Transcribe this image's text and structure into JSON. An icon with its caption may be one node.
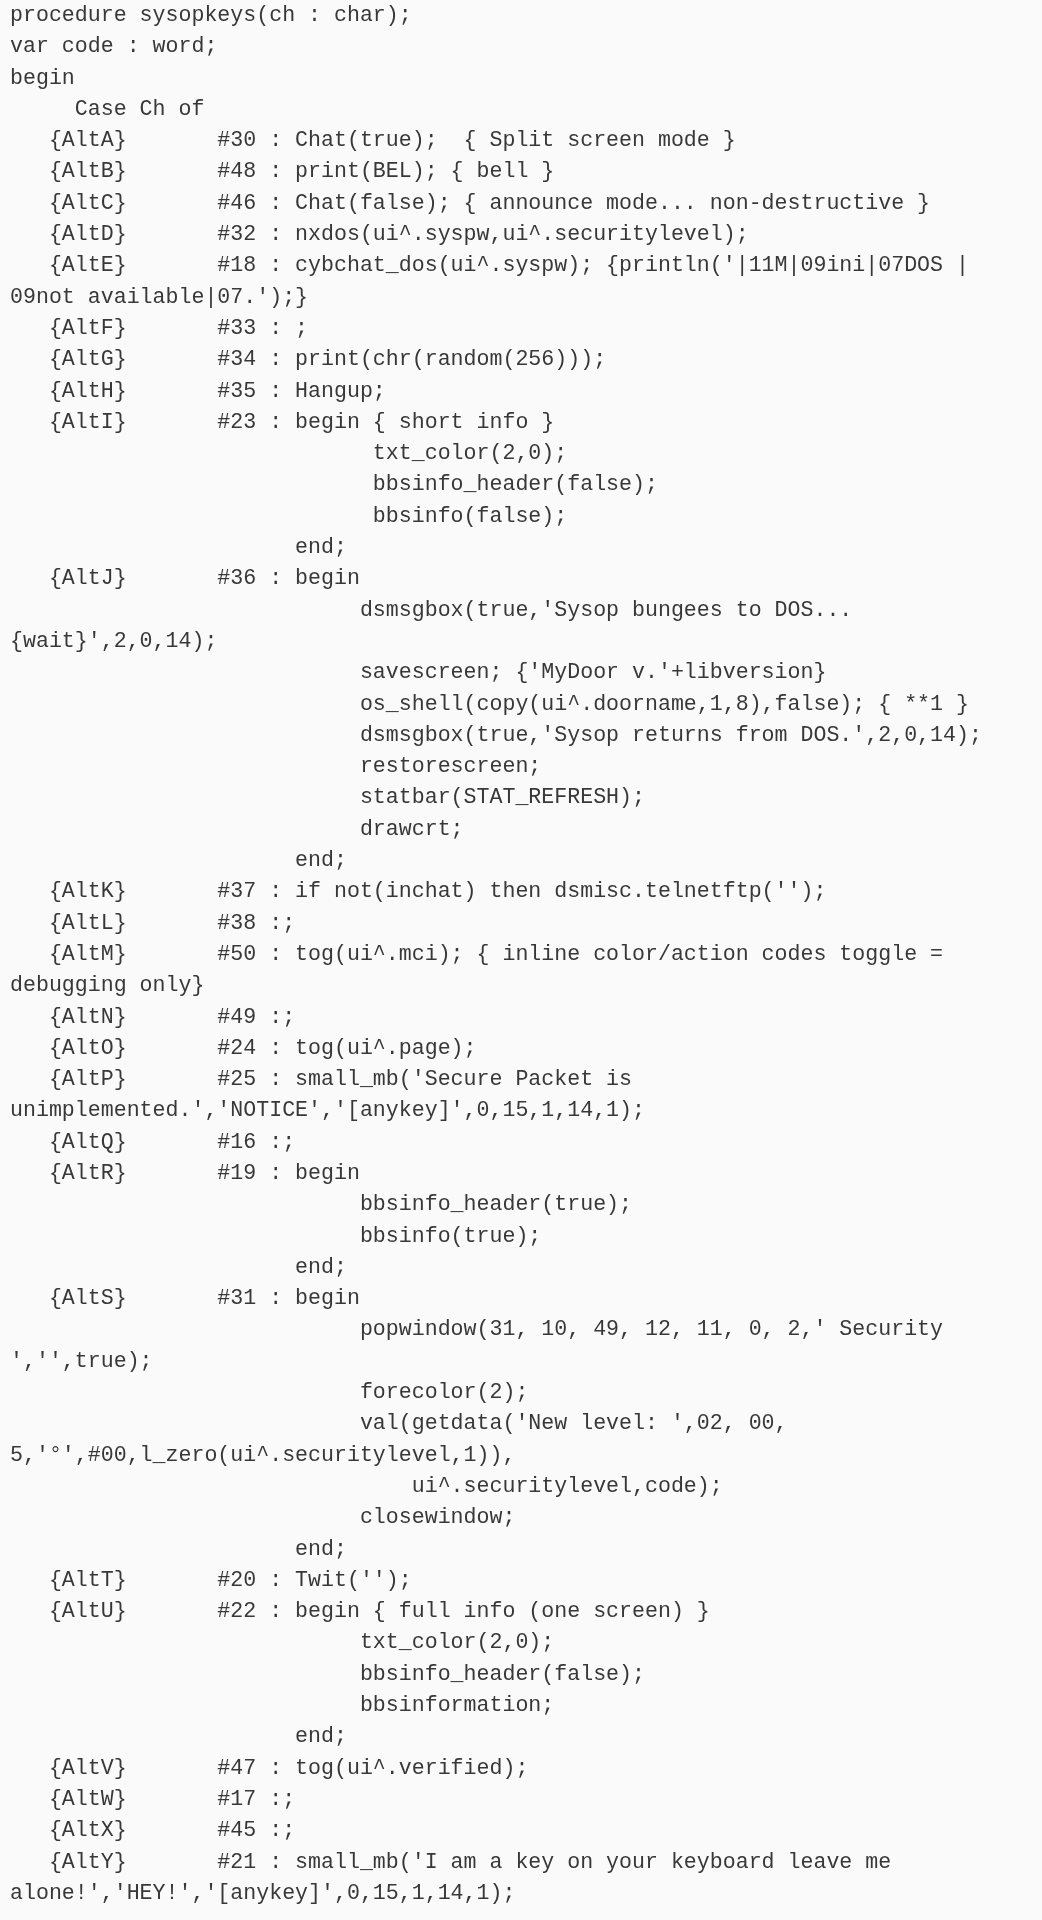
{
  "diagram": {
    "labels": [
      "procedure sysopkeys(ch : char);",
      "var code : word;",
      "begin",
      "     Case Ch of",
      "   {AltA}       #30 : Chat(true);  { Split screen mode }",
      "   {AltB}       #48 : print(BEL); { bell }",
      "   {AltC}       #46 : Chat(false); { announce mode... non-destructive }",
      "   {AltD}       #32 : nxdos(ui^.syspw,ui^.securitylevel);",
      "   {AltE}       #18 : cybchat_dos(ui^.syspw); {println('|11M|09ini|07DOS | 09not available|07.');}",
      "   {AltF}       #33 : ;",
      "   {AltG}       #34 : print(chr(random(256)));",
      "   {AltH}       #35 : Hangup;",
      "   {AltI}       #23 : begin { short info }",
      "                            txt_color(2,0);",
      "                            bbsinfo_header(false);",
      "                            bbsinfo(false);",
      "                      end;",
      "   {AltJ}       #36 : begin",
      "                           dsmsgbox(true,'Sysop bungees to DOS... {wait}',2,0,14);",
      "                           savescreen; {'MyDoor v.'+libversion}",
      "                           os_shell(copy(ui^.doorname,1,8),false); { **1 }",
      "                           dsmsgbox(true,'Sysop returns from DOS.',2,0,14);",
      "                           restorescreen;",
      "                           statbar(STAT_REFRESH);",
      "                           drawcrt;",
      "                      end;",
      "   {AltK}       #37 : if not(inchat) then dsmisc.telnetftp('');",
      "   {AltL}       #38 :;",
      "   {AltM}       #50 : tog(ui^.mci); { inline color/action codes toggle = debugging only}",
      "   {AltN}       #49 :;",
      "   {AltO}       #24 : tog(ui^.page);",
      "   {AltP}       #25 : small_mb('Secure Packet is unimplemented.','NOTICE','[anykey]',0,15,1,14,1);",
      "   {AltQ}       #16 :;",
      "   {AltR}       #19 : begin",
      "                           bbsinfo_header(true);",
      "                           bbsinfo(true);",
      "                      end;",
      "   {AltS}       #31 : begin",
      "                           popwindow(31, 10, 49, 12, 11, 0, 2,' Security ','',true);",
      "                           forecolor(2);",
      "                           val(getdata('New level: ',02, 00, 5,'°',#00,l_zero(ui^.securitylevel,1)),",
      "                               ui^.securitylevel,code);",
      "                           closewindow;",
      "                      end;",
      "   {AltT}       #20 : Twit('');",
      "   {AltU}       #22 : begin { full info (one screen) }",
      "                           txt_color(2,0);",
      "                           bbsinfo_header(false);",
      "                           bbsinformation;",
      "                      end;",
      "   {AltV}       #47 : tog(ui^.verified);",
      "   {AltW}       #17 :;",
      "   {AltX}       #45 :;",
      "   {AltY}       #21 : small_mb('I am a key on your keyboard leave me alone!','HEY!','[anykey]',0,15,1,14,1);"
    ]
  }
}
